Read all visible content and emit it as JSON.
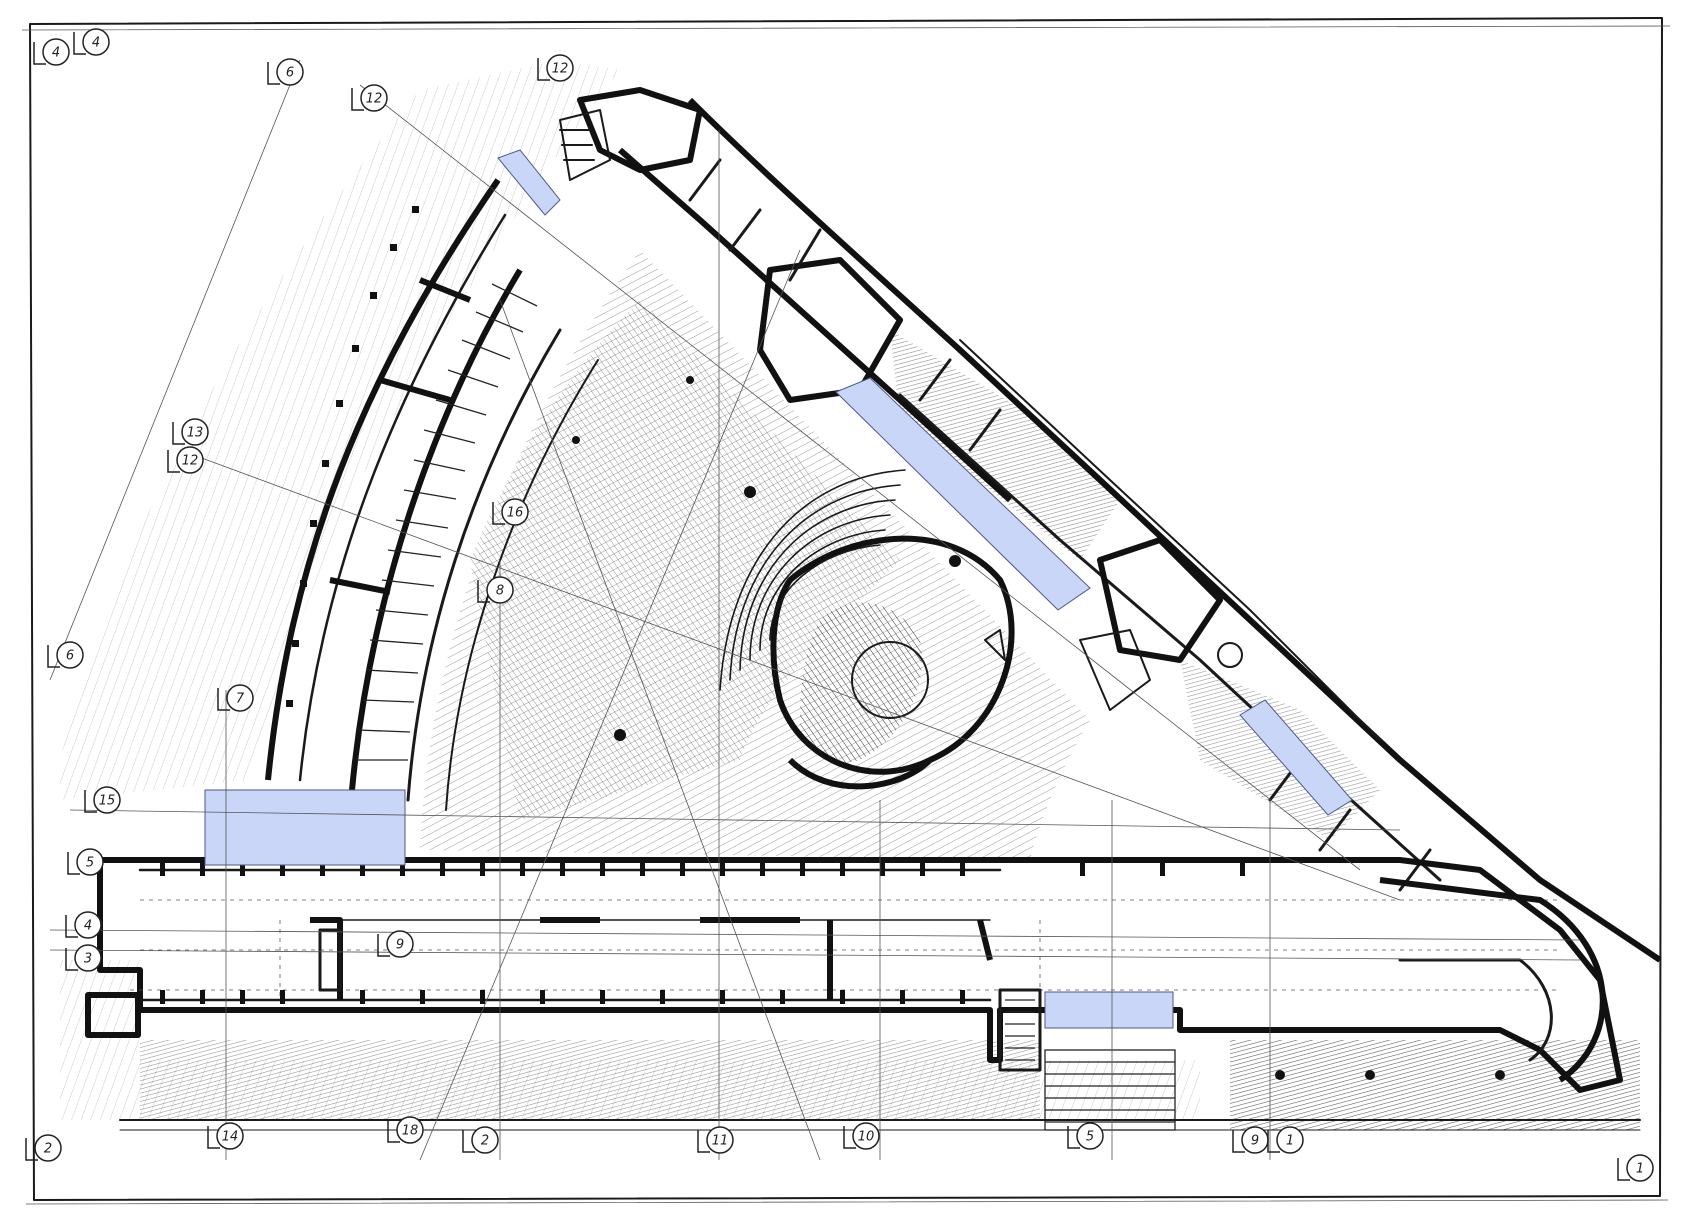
{
  "drawing": {
    "kind": "hand-sketched architectural floor plan",
    "ink_color": "#1a1a1a",
    "highlight_color": "#c9d6f7",
    "paper_color": "#ffffff"
  },
  "section_markers": [
    {
      "id": "m1",
      "label": "4"
    },
    {
      "id": "m2",
      "label": "6"
    },
    {
      "id": "m3",
      "label": "4"
    },
    {
      "id": "m4",
      "label": "12"
    },
    {
      "id": "m5",
      "label": "12"
    },
    {
      "id": "m6",
      "label": "13"
    },
    {
      "id": "m7",
      "label": "12"
    },
    {
      "id": "m8",
      "label": "16"
    },
    {
      "id": "m9",
      "label": "6"
    },
    {
      "id": "m10",
      "label": "7"
    },
    {
      "id": "m11",
      "label": "15"
    },
    {
      "id": "m12",
      "label": "5"
    },
    {
      "id": "m13",
      "label": "4"
    },
    {
      "id": "m14",
      "label": "3"
    },
    {
      "id": "m15",
      "label": "8"
    },
    {
      "id": "m16",
      "label": "9"
    },
    {
      "id": "m17",
      "label": "14"
    },
    {
      "id": "m18",
      "label": "18"
    },
    {
      "id": "m19",
      "label": "2"
    },
    {
      "id": "m20",
      "label": "11"
    },
    {
      "id": "m21",
      "label": "10"
    },
    {
      "id": "m22",
      "label": "5"
    },
    {
      "id": "m23",
      "label": "9"
    },
    {
      "id": "m24",
      "label": "1"
    },
    {
      "id": "m25",
      "label": "1"
    },
    {
      "id": "m26",
      "label": "2"
    }
  ]
}
